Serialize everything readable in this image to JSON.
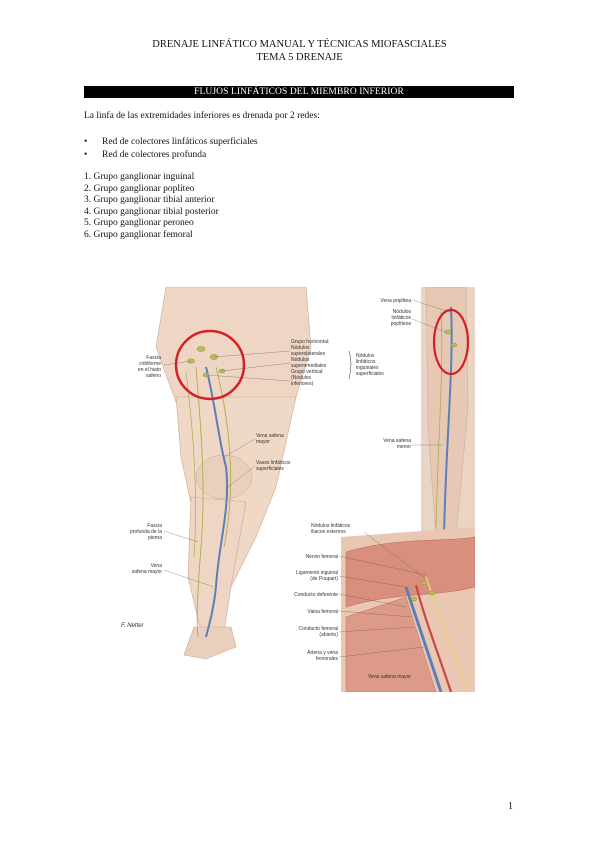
{
  "header": {
    "line1": "DRENAJE LINFÁTICO MANUAL Y TÉCNICAS MIOFASCIALES",
    "line2": "TEMA 5 DRENAJE"
  },
  "section_title": "FLUJOS LINFÁTICOS DEL MIEMBRO INFERIOR",
  "intro": "La linfa de las extremidades inferiores es drenada por 2 redes:",
  "bullets": [
    "Red de colectores linfáticos superficiales",
    "Red de colectores profunda"
  ],
  "groups": [
    "1. Grupo ganglionar inguinal",
    "2. Grupo ganglionar poplíteo",
    "3. Grupo ganglionar tibial anterior",
    "4. Grupo ganglionar tibial posterior",
    "5. Grupo ganglionar peroneo",
    "6. Grupo ganglionar femoral"
  ],
  "figure": {
    "labels": {
      "fascia_cribiforme_1": "Fascia",
      "fascia_cribiforme_2": "cribiforme",
      "fascia_cribiforme_3": "en el hiato",
      "fascia_cribiforme_4": "safeno",
      "grupo_horizontal": "Grupo horizontal:",
      "nodulos": "Nódulos",
      "superolaterales": "superolaterales",
      "nodulos_2": "Nódulos",
      "superomediales": "superomediales",
      "grupo_vertical": "Grupo vertical:",
      "nodulos_inf": "(Nódulos",
      "inferiores": "inferiores)",
      "inguinales_1": "Nódulos",
      "inguinales_2": "linfáticos",
      "inguinales_3": "inguinales",
      "inguinales_4": "superficiales",
      "vena_safena_mayor_1": "Vena safena",
      "vena_safena_mayor_2": "mayor",
      "vasos_1": "Vasos linfáticos",
      "vasos_2": "superficiales",
      "fascia_profunda_1": "Fascia",
      "fascia_profunda_2": "profunda de la",
      "fascia_profunda_3": "pierna",
      "vena_1": "Vena",
      "vena_2": "safena mayor",
      "vena_poplitea": "Vena poplítea",
      "popliteos_1": "Nódulos",
      "popliteos_2": "linfáticos",
      "popliteos_3": "poplíteos",
      "vena_menor_1": "Vena safena",
      "vena_menor_2": "menor",
      "iliacos_1": "Nódulos linfáticos",
      "iliacos_2": "ilíacos externos",
      "nervio_femoral": "Nervio femoral",
      "ligamento_1": "Ligamento inguinal",
      "ligamento_2": "(de Poupart)",
      "conducto_deferente": "Conducto deferente",
      "vaina_femoral": "Vaina femoral",
      "conducto_femoral_1": "Conducto femoral",
      "conducto_femoral_2": "(abierto)",
      "arteria_1": "Arteria y vena",
      "arteria_2": "femorales",
      "vena_safena_bottom": "Vena safena mayor",
      "signature": "F. Netter"
    }
  },
  "page_number": "1"
}
